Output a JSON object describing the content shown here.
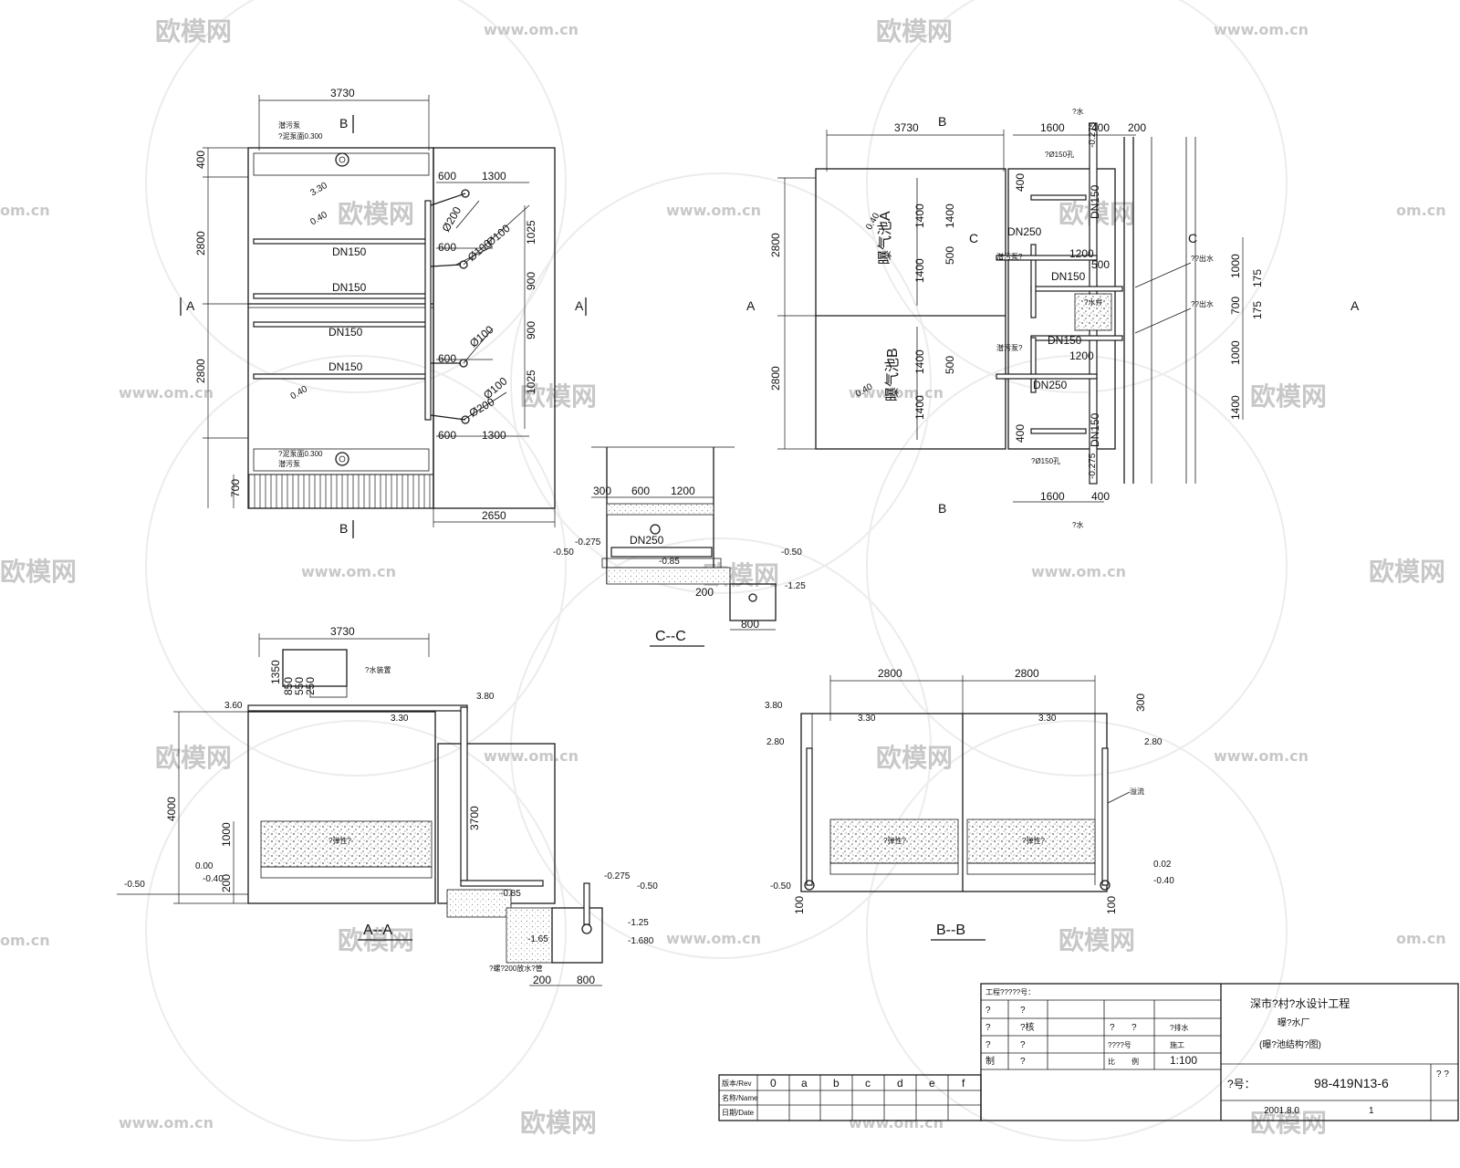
{
  "watermark": {
    "brand": "欧模网",
    "url": "www.om.cn",
    "url_short": "om.cn"
  },
  "plan": {
    "width_top": "3730",
    "width_bottom": "2650",
    "h400": "400",
    "h2800": "2800",
    "h700": "700",
    "d600": "600",
    "d1300": "1300",
    "d1025": "1025",
    "d900": "900",
    "dn150": "DN150",
    "phi200": "Ø200",
    "phi100": "Ø100",
    "slope": "0.40",
    "note_top": "潜污泵",
    "note_top2": "?泥泵面0.300",
    "note_bottom": "?泥泵面0.300",
    "note_bottom2": "潜污泵",
    "grade": "3.30",
    "sec_a": "A",
    "sec_b": "B"
  },
  "plan2": {
    "w3730": "3730",
    "w1600": "1600",
    "w400": "400",
    "w200": "200",
    "h2800": "2800",
    "h1400": "1400",
    "h500": "500",
    "h1000": "1000",
    "h700": "700",
    "h175": "175",
    "h1200": "1200",
    "dn250": "DN250",
    "dn150": "DN150",
    "pool_a": "曝气池A",
    "pool_b": "曝气池B",
    "slope": "0.40",
    "p0275": "-0.275",
    "note_outlet1": "??出水",
    "note_outlet2": "??出水",
    "note_in": "?水",
    "note_in2": "?水",
    "note_150": "?Ø150孔",
    "note_150b": "?Ø150孔",
    "note_pump": "潜污泵?",
    "note_pump2": "潜污泵?",
    "note_box": "?水井",
    "sec_c": "C"
  },
  "cc": {
    "title": "C--C",
    "d300": "300",
    "d600": "600",
    "d1200": "1200",
    "dn250": "DN250",
    "e0275": "-0.275",
    "e050": "-0.50",
    "e050b": "-0.50",
    "e085": "-0.85",
    "e125": "-1.25",
    "d200": "200",
    "d800": "800"
  },
  "aa": {
    "title": "A--A",
    "w3730": "3730",
    "h4000": "4000",
    "h1000": "1000",
    "h200": "200",
    "h1350": "1350",
    "h850": "850",
    "h550": "550",
    "h250": "250",
    "h3700": "3700",
    "e360": "3.60",
    "e380": "3.80",
    "e330": "3.30",
    "e000": "0.00",
    "e040": "-0.40",
    "e050": "-0.50",
    "e0275": "-0.275",
    "e050b": "-0.50",
    "e085": "-0.85",
    "e125": "-1.25",
    "e165": "-1.65",
    "e1680": "-1.680",
    "d200": "200",
    "d800": "800",
    "note_media": "?弹性?",
    "note_device": "?水装置",
    "note_pipe": "?螺?200放水?管"
  },
  "bb": {
    "title": "B--B",
    "w2800a": "2800",
    "w2800b": "2800",
    "h300": "300",
    "h100": "100",
    "h100b": "100",
    "e380": "3.80",
    "e330a": "3.30",
    "e330b": "3.30",
    "e280a": "2.80",
    "e280b": "2.80",
    "e050": "-0.50",
    "e002": "0.02",
    "e040": "-0.40",
    "note_media1": "?弹性?",
    "note_media2": "?弹性?",
    "note_pipe": "溢流"
  },
  "titleblock": {
    "project_label": "工程?????号：",
    "r1c1": "?",
    "r1c2": "?",
    "r2c1": "?",
    "r2c2": "?核",
    "r2c3": "?",
    "r2c4": "?",
    "r2c5": "?排水",
    "r3c1": "?",
    "r3c2": "?",
    "r3c3": "????号",
    "r3c4": "施工",
    "r4c1": "制",
    "r4c2": "?",
    "r4c3": "比",
    "r4c4": "例",
    "scale": "1:100",
    "client": "深市?村?水设计工程",
    "sub": "曝?水厂",
    "drawing": "(曝?池结构?图)",
    "num_label": "?号：",
    "drawing_no": "98-419N13-6",
    "date": "2001.8.0",
    "sheet_no": "1",
    "corner": "? ?",
    "rev_label": "版本/Rev",
    "name_label": "名称/Name",
    "date_label": "日期/Date",
    "rev_cols": [
      "0",
      "a",
      "b",
      "c",
      "d",
      "e",
      "f"
    ]
  }
}
